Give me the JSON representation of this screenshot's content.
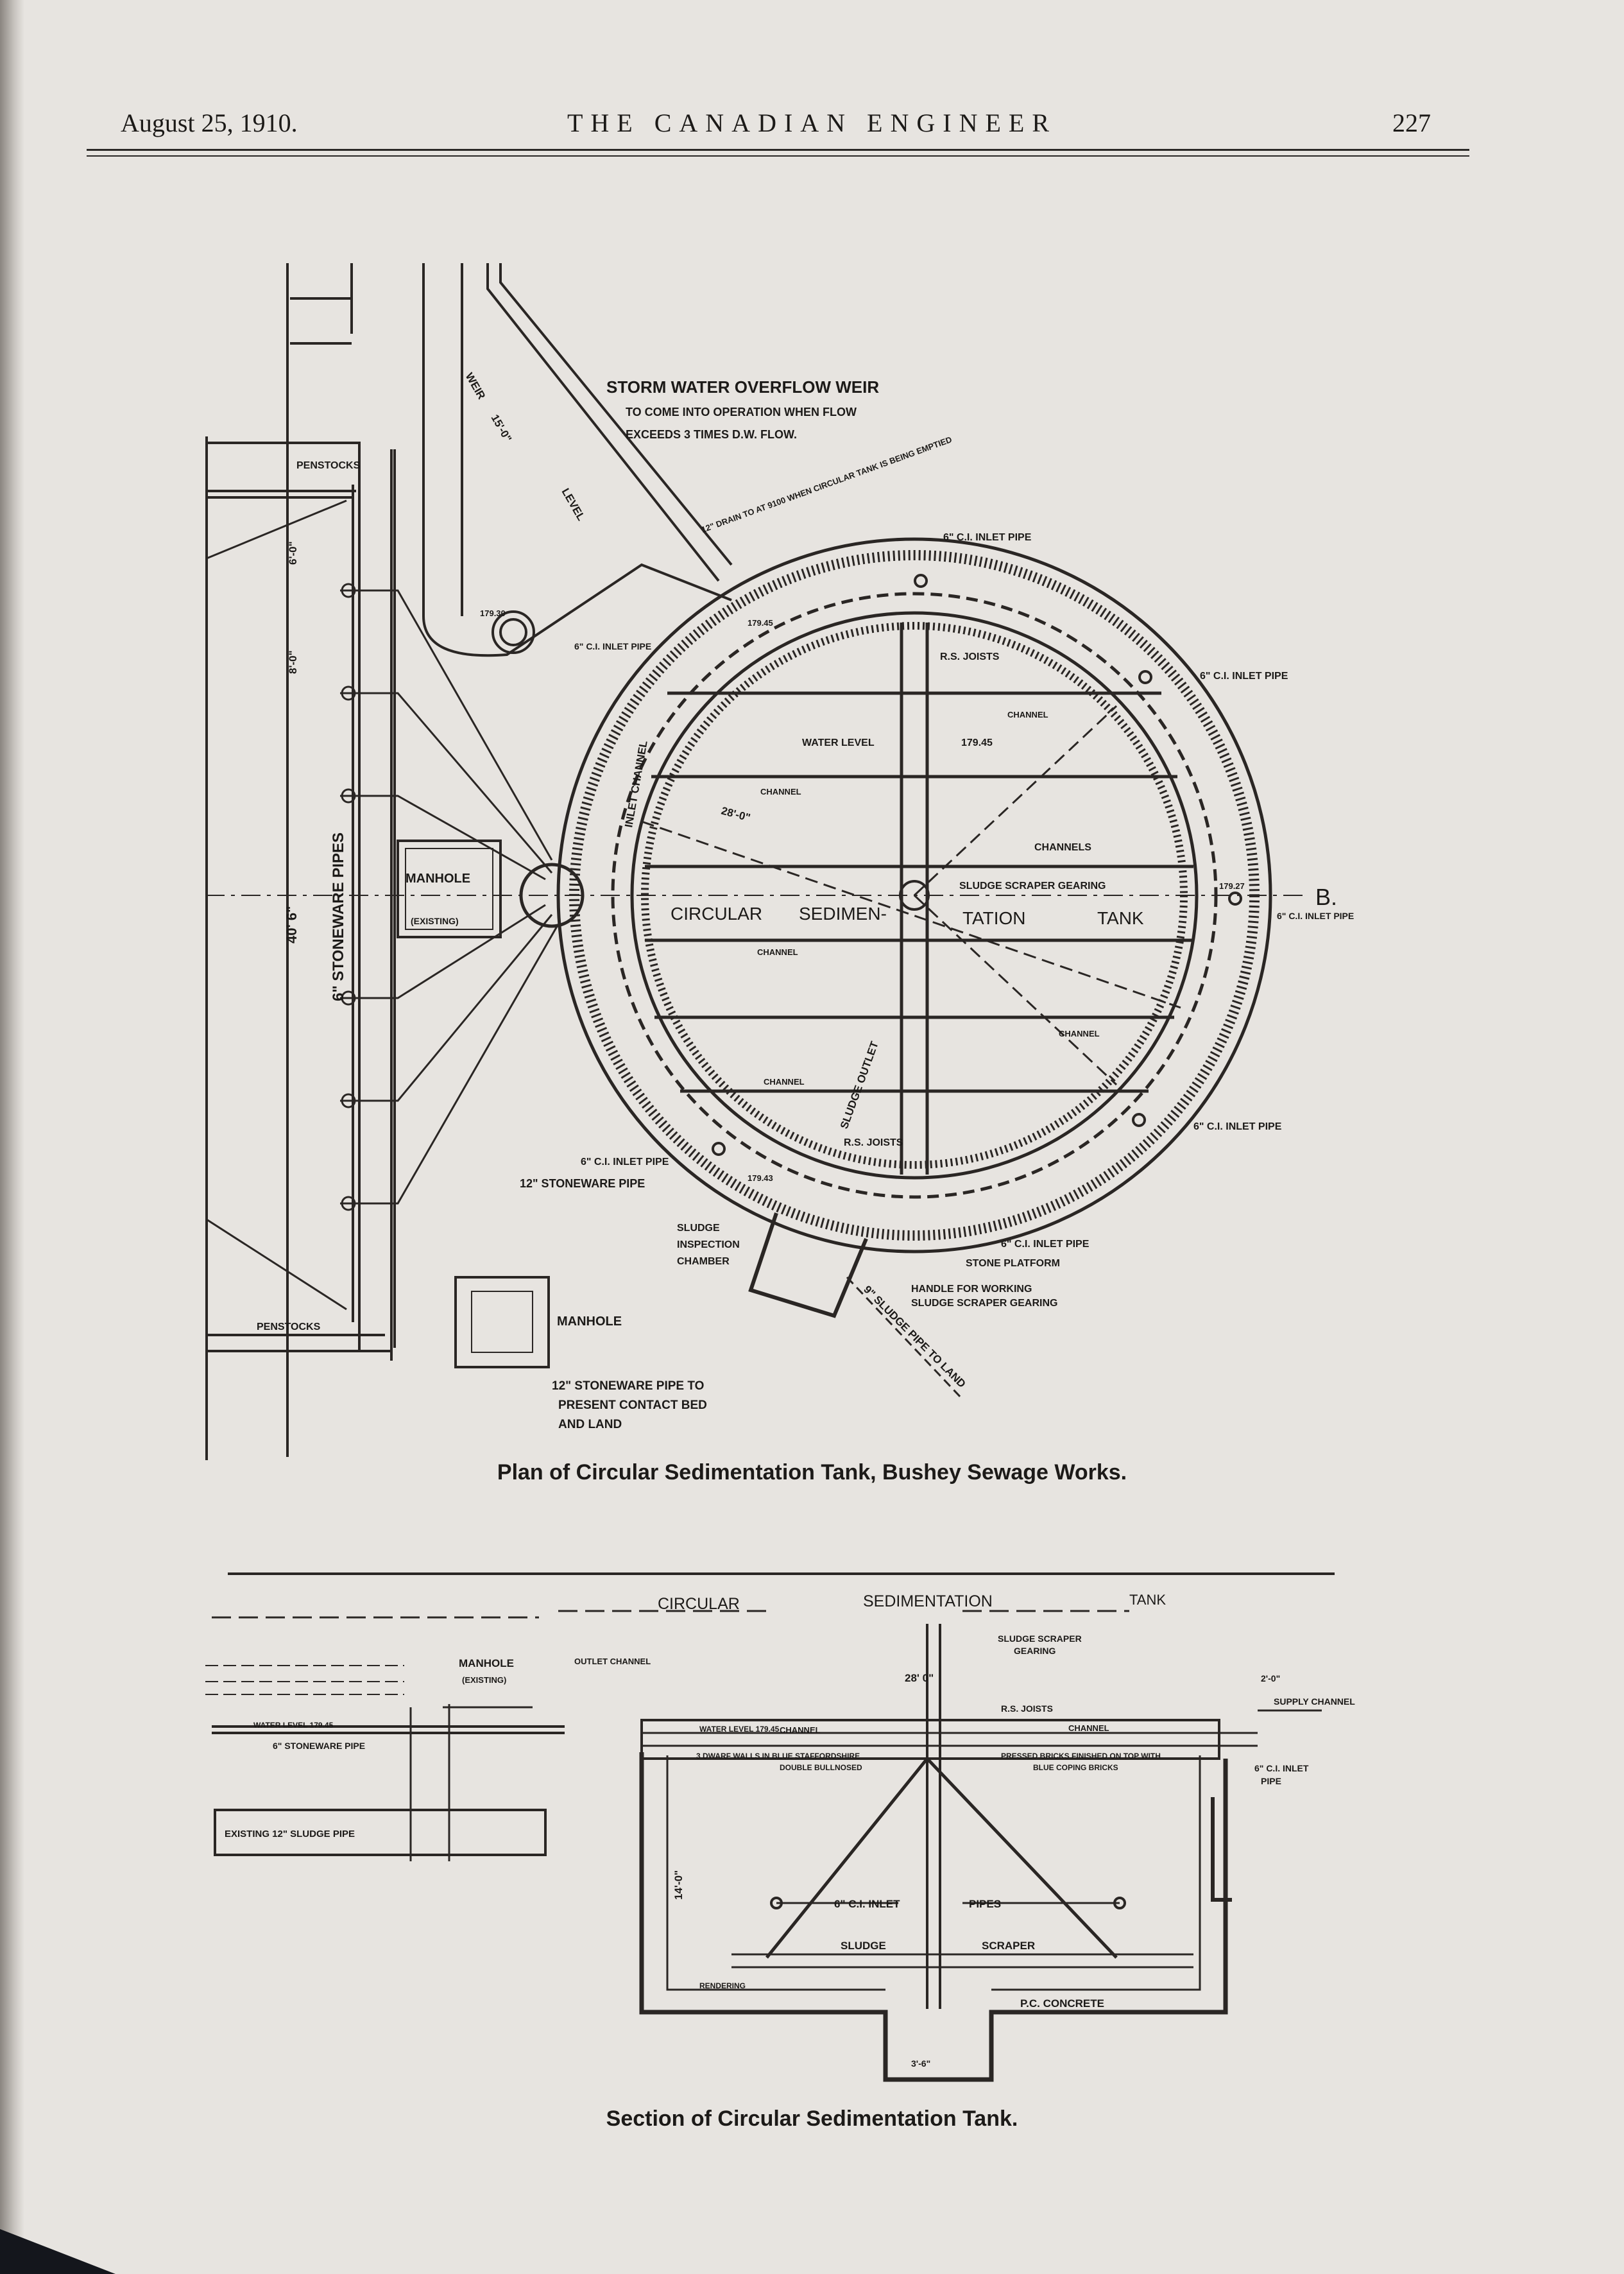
{
  "header": {
    "date": "August 25, 1910.",
    "journal": "THE CANADIAN ENGINEER",
    "page": "227"
  },
  "plan": {
    "caption": "Plan of Circular Sedimentation Tank, Bushey Sewage Works.",
    "labels": {
      "weir_1": "STORM WATER OVERFLOW WEIR",
      "weir_2": "TO COME INTO OPERATION WHEN FLOW",
      "weir_3": "EXCEEDS 3 TIMES D.W. FLOW.",
      "penstocks_top": "PENSTOCKS",
      "penstocks_bottom": "PENSTOCKS",
      "manhole_existing_1": "MANHOLE",
      "manhole_existing_2": "(EXISTING)",
      "stoneware_pipes": "6\" STONEWARE PIPES",
      "dim_40_6": "40' 6\"",
      "dim_6_0": "6'-0\"",
      "dim_8_0": "8'-0\"",
      "inlet_top": "6\" C.I. INLET PIPE",
      "inlet_right_upper": "6\" C.I. INLET PIPE",
      "inlet_right": "6\" C.I. INLET PIPE",
      "inlet_right_lower": "6\" C.I. INLET PIPE",
      "inlet_left_lower": "6\" C.I. INLET PIPE",
      "inlet_bottom": "6\" C.I. INLET PIPE",
      "inlet_left_upper": "6\" C.I. INLET PIPE",
      "rs_joists_top": "R.S. JOISTS",
      "rs_joists_bottom": "R.S. JOISTS",
      "water_level": "WATER LEVEL",
      "water_level_value": "179.45",
      "level_179_30": "179.30",
      "level_179_45": "179.45",
      "level_179_43": "179.43",
      "level_179_27": "179.27",
      "channel": "CHANNEL",
      "channels": "CHANNELS",
      "sludge_scraper_gearing": "SLUDGE SCRAPER GEARING",
      "tank_circular": "CIRCULAR",
      "tank_sedimen": "SEDIMEN-",
      "tank_tation": "TATION",
      "tank_tank": "TANK",
      "dim_28_0": "28'-0\"",
      "inlet_channel": "INLET CHANNEL",
      "sludge_outlet": "SLUDGE OUTLET",
      "weir": "WEIR",
      "level": "LEVEL",
      "dim_15_0": "15'-0\"",
      "drain_note": "12\" DRAIN TO AT 9100 WHEN CIRCULAR TANK IS BEING EMPTIED",
      "stoneware_12": "12\" STONEWARE PIPE",
      "sludge_chamber_1": "SLUDGE",
      "sludge_chamber_2": "INSPECTION",
      "sludge_chamber_3": "CHAMBER",
      "stone_platform": "STONE PLATFORM",
      "handle_1": "HANDLE FOR WORKING",
      "handle_2": "SLUDGE SCRAPER GEARING",
      "sludge_pipe_land": "9\" SLUDGE PIPE TO LAND",
      "manhole_small": "MANHOLE",
      "contact_1": "12\" STONEWARE PIPE TO",
      "contact_2": "PRESENT CONTACT BED",
      "contact_3": "AND LAND",
      "b_marker": "B."
    }
  },
  "section": {
    "caption": "Section of Circular Sedimentation Tank.",
    "labels": {
      "circular": "CIRCULAR",
      "sedimentation": "SEDIMENTATION",
      "tank": "TANK",
      "manhole_1": "MANHOLE",
      "manhole_2": "(EXISTING)",
      "outlet_channel": "OUTLET CHANNEL",
      "dim_28": "28' 0\"",
      "dim_2_0": "2'-0\"",
      "sludge_scraper_1": "SLUDGE SCRAPER",
      "sludge_scraper_2": "GEARING",
      "water_level_left": "WATER LEVEL 179.45",
      "stoneware_pipe": "6\" STONEWARE PIPE",
      "existing_sludge": "EXISTING 12\" SLUDGE PIPE",
      "water_level_tank": "WATER LEVEL 179.45",
      "rs_joists": "R.S. JOISTS",
      "channel_left": "CHANNEL",
      "channel_right": "CHANNEL",
      "supply_channel": "SUPPLY CHANNEL",
      "dwarf_walls_1": "3 DWARF WALLS IN BLUE STAFFORDSHIRE",
      "dwarf_walls_2": "DOUBLE BULLNOSED",
      "pressed_bricks_1": "PRESSED BRICKS FINISHED ON TOP WITH",
      "pressed_bricks_2": "BLUE COPING BRICKS",
      "inlet_1": "6\" C.I. INLET",
      "inlet_2": "PIPE",
      "inlet_pipes_a": "6\" C.I. INLET",
      "inlet_pipes_b": "PIPES",
      "sludge": "SLUDGE",
      "scraper": "SCRAPER",
      "rendering": "RENDERING",
      "pc_concrete": "P.C. CONCRETE",
      "dim_14_0": "14'-0\"",
      "dim_3_6": "3'-6\""
    }
  }
}
